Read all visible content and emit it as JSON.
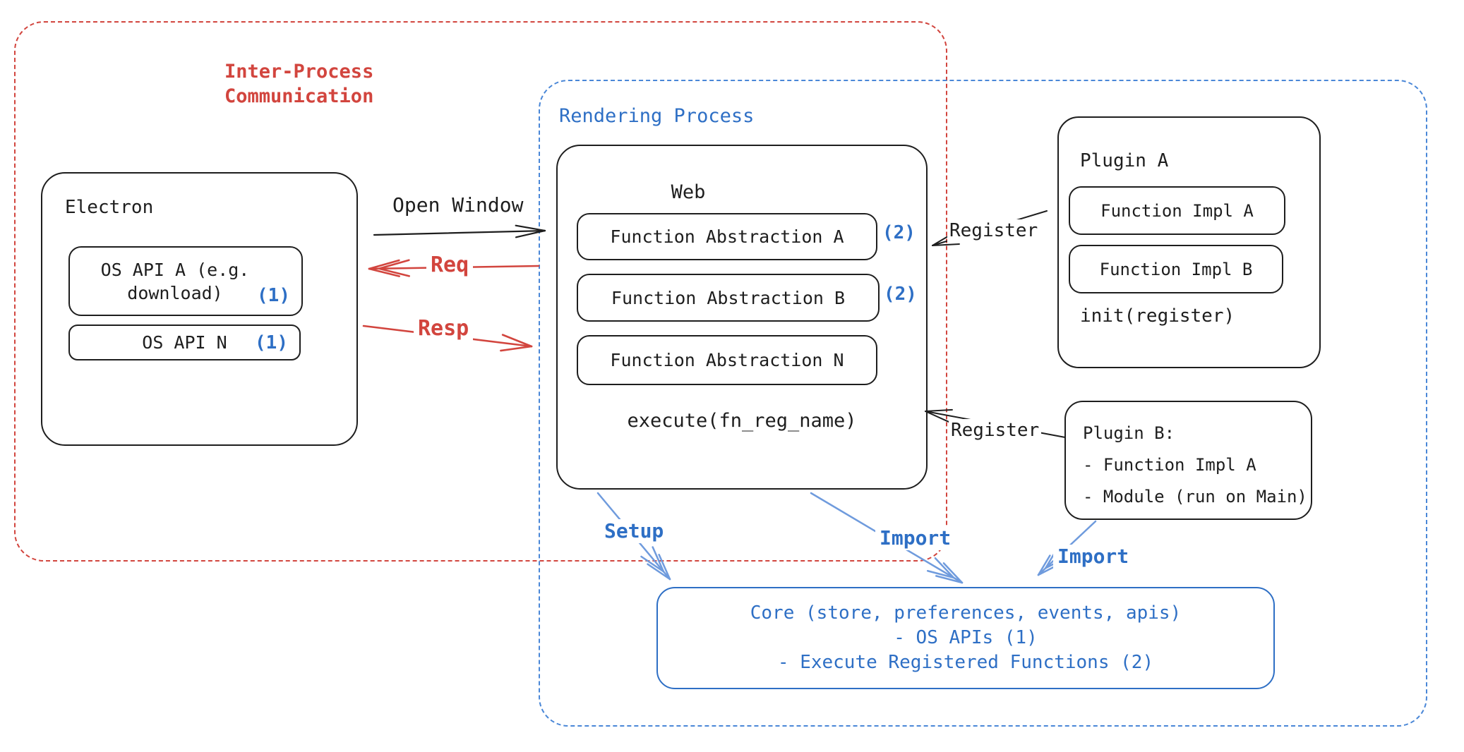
{
  "diagram": {
    "ipc_group": {
      "label_line1": "Inter-Process",
      "label_line2": "Communication"
    },
    "rendering_group": {
      "label": "Rendering Process"
    },
    "electron": {
      "title": "Electron",
      "api_a": {
        "line1": "OS API A (e.g.",
        "line2": "download)",
        "badge": "(1)"
      },
      "api_n": {
        "label": "OS API N",
        "badge": "(1)"
      }
    },
    "web": {
      "title": "Web",
      "abstractions": [
        {
          "label": "Function Abstraction A",
          "badge": "(2)"
        },
        {
          "label": "Function Abstraction B",
          "badge": "(2)"
        },
        {
          "label": "Function Abstraction N",
          "badge": ""
        }
      ],
      "execute": "execute(fn_reg_name)"
    },
    "plugin_a": {
      "title": "Plugin A",
      "impls": [
        "Function Impl A",
        "Function Impl B"
      ],
      "init": "init(register)"
    },
    "plugin_b": {
      "title": "Plugin B:",
      "items": [
        "- Function Impl A",
        "- Module (run on Main)"
      ]
    },
    "core": {
      "line1": "Core (store, preferences, events, apis)",
      "line2": "- OS APIs (1)",
      "line3": "- Execute Registered Functions (2)"
    },
    "arrows": {
      "open_window": "Open Window",
      "req": "Req",
      "resp": "Resp",
      "register_a": "Register",
      "register_b": "Register",
      "setup": "Setup",
      "import_web": "Import",
      "import_plugin": "Import"
    },
    "colors": {
      "red": "#d2453e",
      "blue": "#2e6fc5",
      "blue_dashed_border": "#4a87d7",
      "blue_arrow": "#6f9bdd",
      "ink": "#1e1e1e",
      "background": "#ffffff"
    }
  }
}
